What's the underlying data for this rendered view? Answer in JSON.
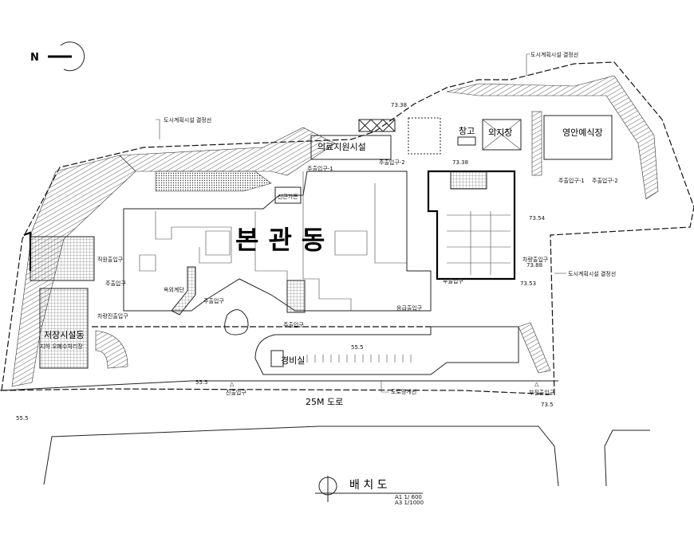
{
  "title": "배 치 도",
  "scale": [
    "A1 1/ 600",
    "A3 1/1000"
  ],
  "road": "25M 도로",
  "buildings": {
    "main": "본관동",
    "medical_support": "의료지원시설",
    "storage": "창고",
    "external": "외지창",
    "funeral": "영안예식장",
    "storage_facility": "저장시설동",
    "storage_facility_sub": "지하 오폐수처리장",
    "guard": "경비실",
    "sunken_garden": "선큰가든",
    "outdoor_stair": "옥외계단"
  },
  "boundary_labels": [
    "도시계획시설 결정선",
    "도시계획시설 결정선",
    "도시계획시설 결정선",
    "도로경계선"
  ],
  "entrances": {
    "main_in_out": "진출입구",
    "sub_in_out": "부진출입구",
    "staff": "직원출입구",
    "main_west": "주출입구",
    "vehicle_west": "차량진출입구",
    "vehicle_east": "차량출입구",
    "sub": "부출입구",
    "emergency": "응급출입구",
    "main_south": "주출입구",
    "main_court": "주출입구",
    "main_1": "주출입구-1",
    "main_2": "주출입구-2",
    "funeral_1": "주출입구-1",
    "funeral_2": "주출입구-2"
  },
  "elevations": [
    "73.38",
    "73.38",
    "73.54",
    "73.88",
    "73.53",
    "55.5",
    "55.5",
    "55.5",
    "73.5"
  ]
}
